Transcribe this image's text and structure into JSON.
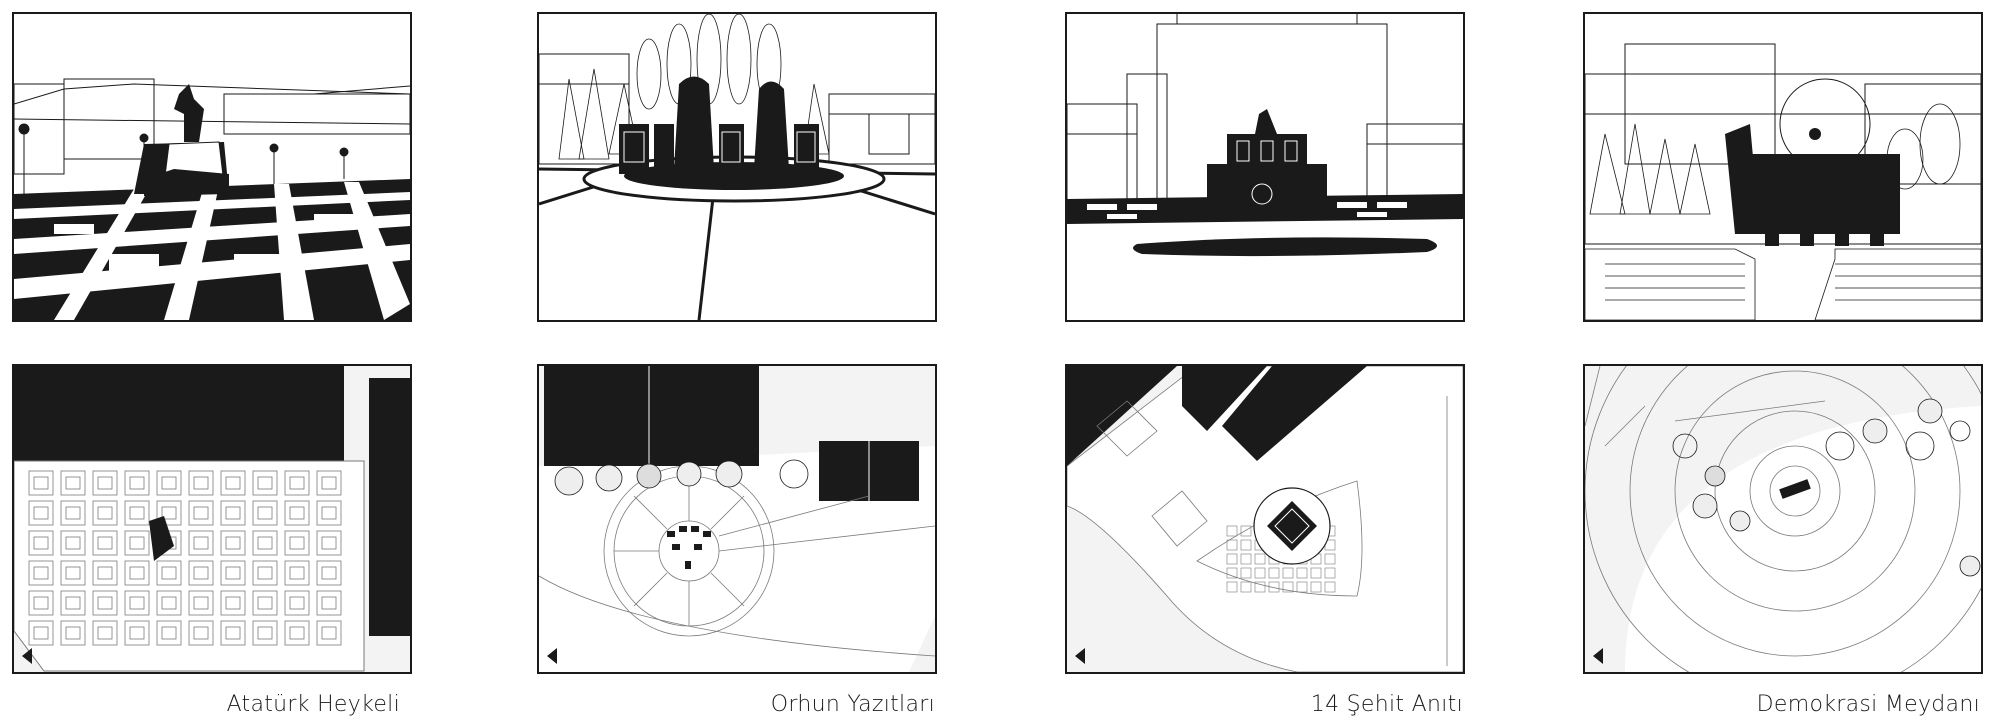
{
  "sites": [
    {
      "caption": "Atatürk Heykeli"
    },
    {
      "caption": "Orhun Yazıtları"
    },
    {
      "caption": "14 Şehit Anıtı"
    },
    {
      "caption": "Demokrasi Meydanı"
    }
  ],
  "colors": {
    "ink": "#1a1a1a",
    "paper": "#ffffff",
    "ground": "#f3f3f3",
    "line": "#7a7a7a"
  },
  "icons": {
    "north_marker": "triangle-left-icon"
  }
}
